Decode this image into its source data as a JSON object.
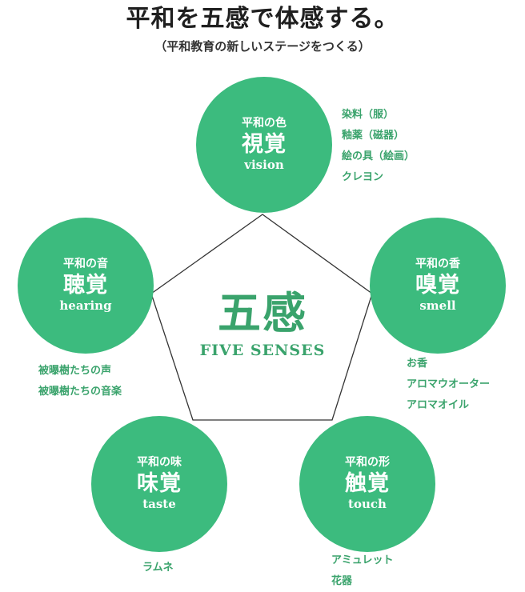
{
  "title": "平和を五感で体感する。",
  "subtitle": "（平和教育の新しいステージをつくる）",
  "center": {
    "main": "五感",
    "english": "FIVE SENSES"
  },
  "colors": {
    "circle": "#3cbb7e",
    "accent_text": "#3aa36c",
    "line": "#333333"
  },
  "senses": {
    "vision": {
      "small": "平和の色",
      "main": "視覚",
      "english": "vision",
      "items": [
        "染料（服）",
        "釉薬（磁器）",
        "絵の具（絵画）",
        "クレヨン"
      ]
    },
    "hearing": {
      "small": "平和の音",
      "main": "聴覚",
      "english": "hearing",
      "items": [
        "被曝樹たちの声",
        "被曝樹たちの音楽"
      ]
    },
    "smell": {
      "small": "平和の香",
      "main": "嗅覚",
      "english": "smell",
      "items": [
        "お香",
        "アロマウオーター",
        "アロマオイル"
      ]
    },
    "taste": {
      "small": "平和の味",
      "main": "味覚",
      "english": "taste",
      "items": [
        "ラムネ"
      ]
    },
    "touch": {
      "small": "平和の形",
      "main": "触覚",
      "english": "touch",
      "items": [
        "アミュレット",
        "花器"
      ]
    }
  }
}
